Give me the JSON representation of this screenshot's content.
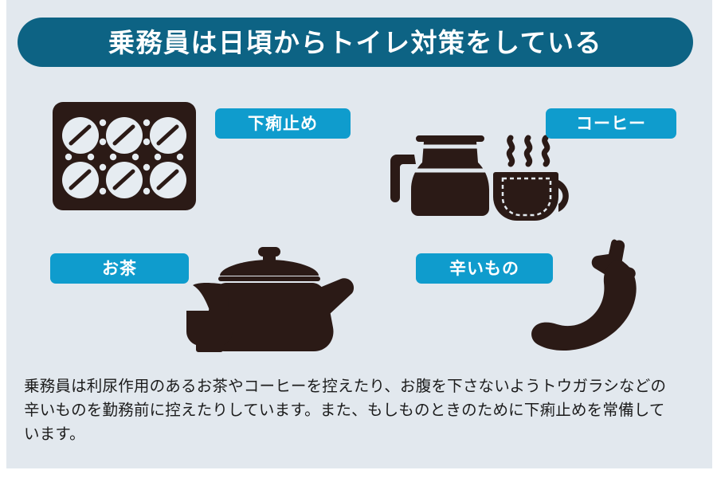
{
  "colors": {
    "background": "#e2e8ee",
    "outer": "#ffffff",
    "title_banner": "#0d6384",
    "badge": "#0f9ccd",
    "badge_text": "#ffffff",
    "icon_dark": "#2b1a16",
    "caption_text": "#1c1c1c"
  },
  "header": {
    "title": "乗務員は日頃からトイレ対策をしている"
  },
  "items": [
    {
      "label": "下痢止め",
      "icon": "pill-blister-pack-icon"
    },
    {
      "label": "コーヒー",
      "icon": "coffee-carafe-and-cup-icon"
    },
    {
      "label": "お茶",
      "icon": "japanese-teapot-and-cup-icon"
    },
    {
      "label": "辛いもの",
      "icon": "chili-pepper-icon"
    }
  ],
  "caption": {
    "line1": "乗務員は利尿作用のあるお茶やコーヒーを控えたり、お腹を下さないようトウガラシなどの",
    "line2": "辛いものを勤務前に控えたりしています。また、もしものときのために下痢止めを常備して",
    "line3": "います。"
  }
}
